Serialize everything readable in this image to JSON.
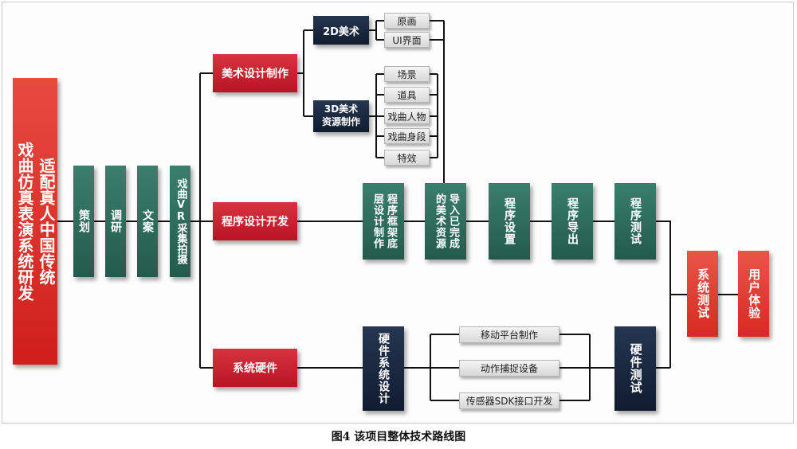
{
  "root": {
    "line1": "戏曲仿真表演系统研发",
    "line2": "适配真人中国传统"
  },
  "stages": [
    "策划",
    "调研",
    "文案",
    "戏曲VR采集拍摄"
  ],
  "branches": {
    "art": "美术设计制作",
    "program": "程序设计开发",
    "hardware": "系统硬件"
  },
  "art": {
    "art2d": "2D美术",
    "art2d_items": [
      "原画",
      "UI界面"
    ],
    "art3d": [
      "3D美术",
      "资源制作"
    ],
    "art3d_items": [
      "场景",
      "道具",
      "戏曲人物",
      "戏曲身段",
      "特效"
    ]
  },
  "program": {
    "framework": [
      "程序框架底",
      "层设计制作"
    ],
    "import": [
      "导入已完成",
      "的美术资源"
    ],
    "settings": "程序设置",
    "export": "程序导出",
    "test": "程序测试"
  },
  "hardware": {
    "design": "硬件系统设计",
    "items": [
      "移动平台制作",
      "动作捕捉设备",
      "传感器SDK接口开发"
    ],
    "test": "硬件测试"
  },
  "final": {
    "system_test": "系统测试",
    "user_experience": "用户体验"
  },
  "caption": "图4  该项目整体技术路线图"
}
